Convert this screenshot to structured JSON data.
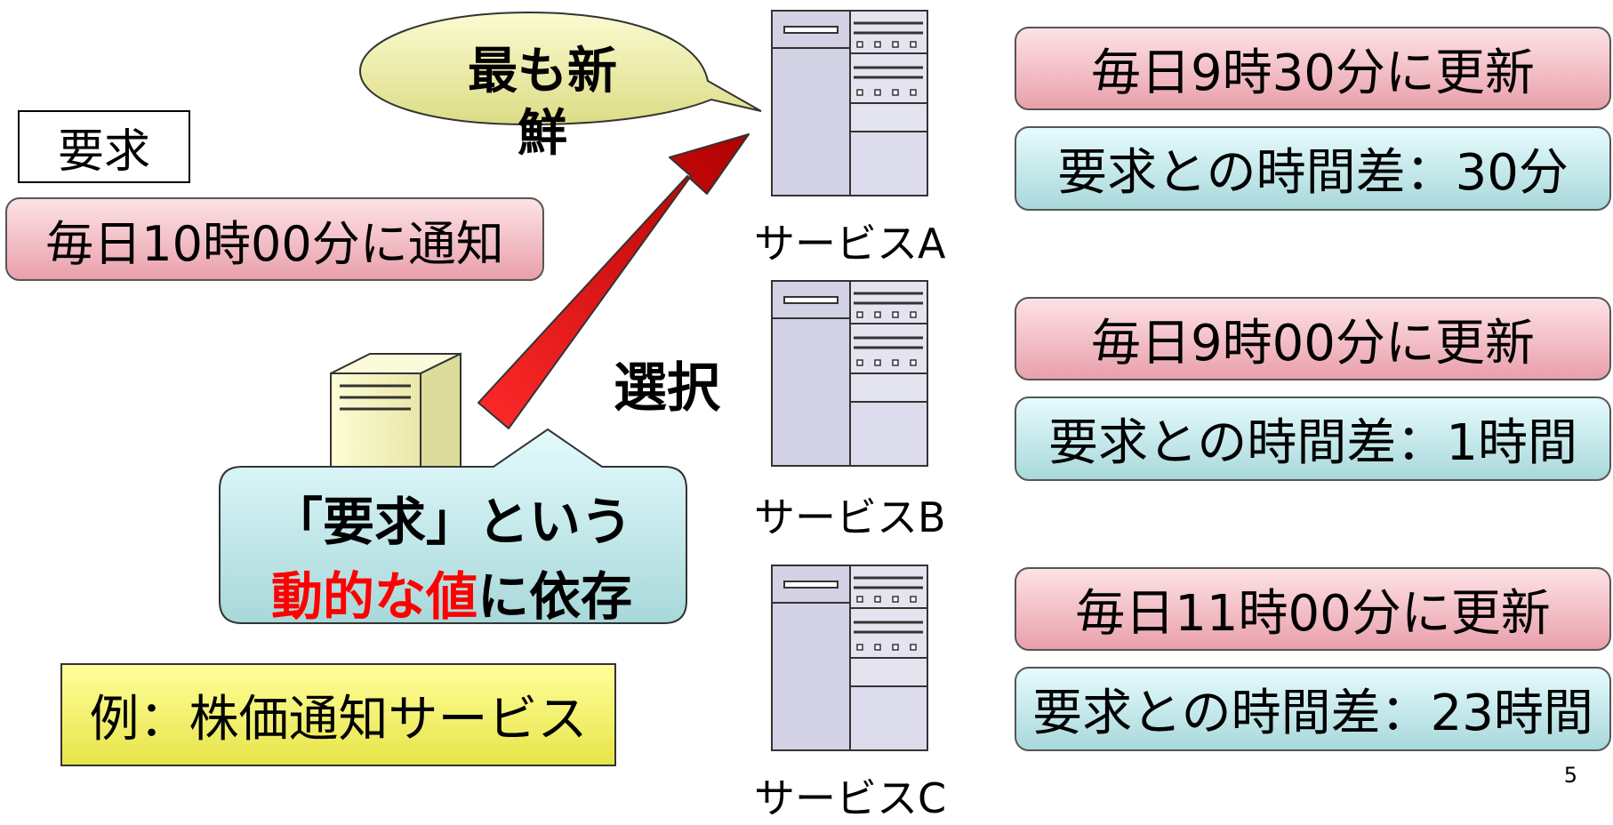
{
  "request": {
    "label": "要求",
    "notify_time": "毎日10時00分に通知"
  },
  "fresh_bubble": {
    "line1": "最も新",
    "line2": "鮮"
  },
  "select_label": "選択",
  "dependency_bubble": {
    "line1": "「要求」という",
    "highlight": "動的な値",
    "rest": "に依存"
  },
  "example": "例：株価通知サービス",
  "services": [
    {
      "name": "サービスA",
      "update": "毎日9時30分に更新",
      "diff": "要求との時間差：30分"
    },
    {
      "name": "サービスB",
      "update": "毎日9時00分に更新",
      "diff": "要求との時間差：1時間"
    },
    {
      "name": "サービスC",
      "update": "毎日11時00分に更新",
      "diff": "要求との時間差：23時間"
    }
  ],
  "page_number": "5",
  "colors": {
    "update_box": "#f2b8c0",
    "diff_box": "#c9ecef",
    "arrow": "#ff0000",
    "example_box": "#f2f06a",
    "server": "#d6d6e6"
  }
}
